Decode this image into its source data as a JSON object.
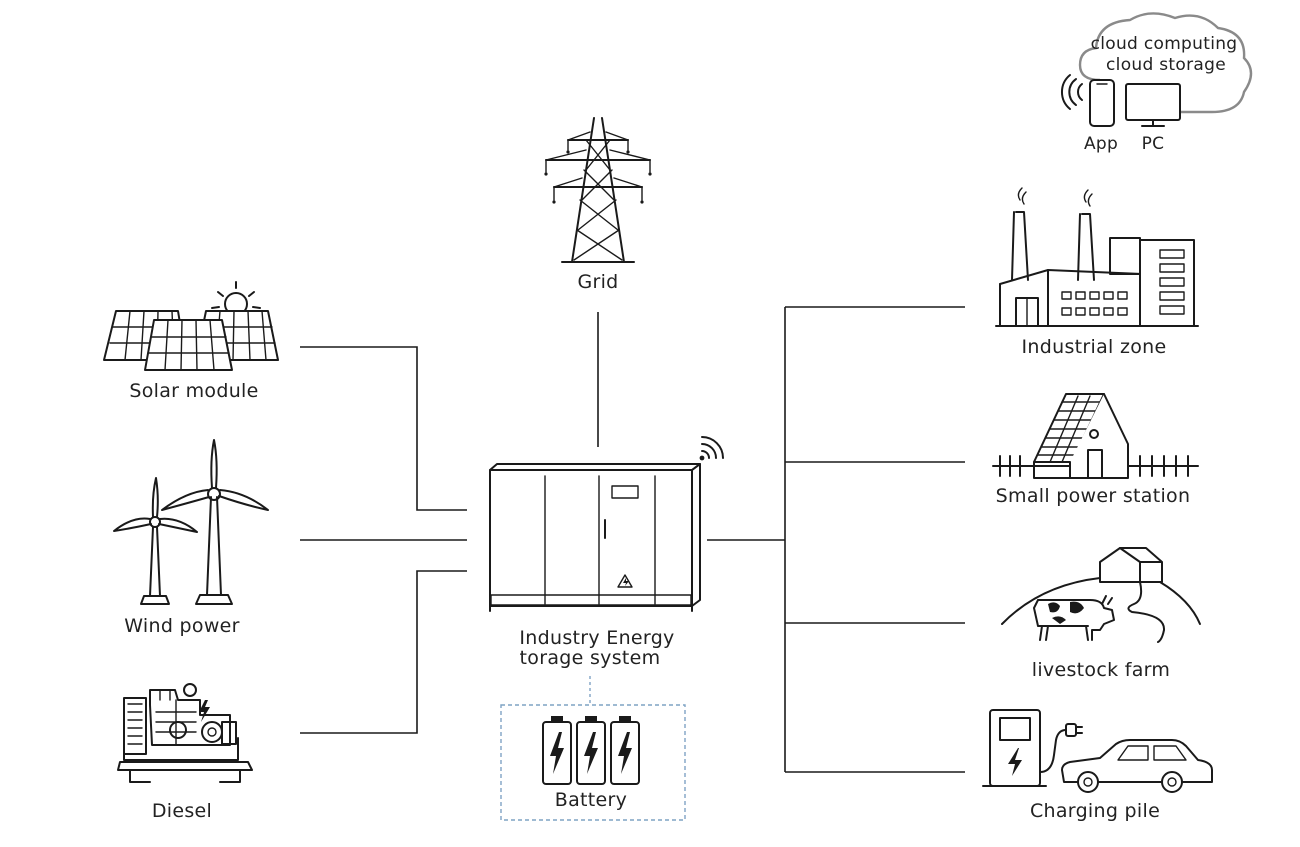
{
  "cloud": {
    "line1": "cloud computing",
    "line2": "cloud storage",
    "app_label": "App",
    "pc_label": "PC"
  },
  "sources": {
    "grid": "Grid",
    "solar": "Solar module",
    "wind": "Wind power",
    "diesel": "Diesel"
  },
  "system": {
    "line1": "Industry Energy",
    "line2": "torage system",
    "battery": "Battery"
  },
  "loads": {
    "industrial": "Industrial zone",
    "small_station": "Small power station",
    "livestock": "livestock farm",
    "charging": "Charging pile"
  },
  "colors": {
    "ink": "#1a1a1a",
    "dashed_border": "#7fa3c4",
    "cloud_outline": "#9a9a9a"
  }
}
